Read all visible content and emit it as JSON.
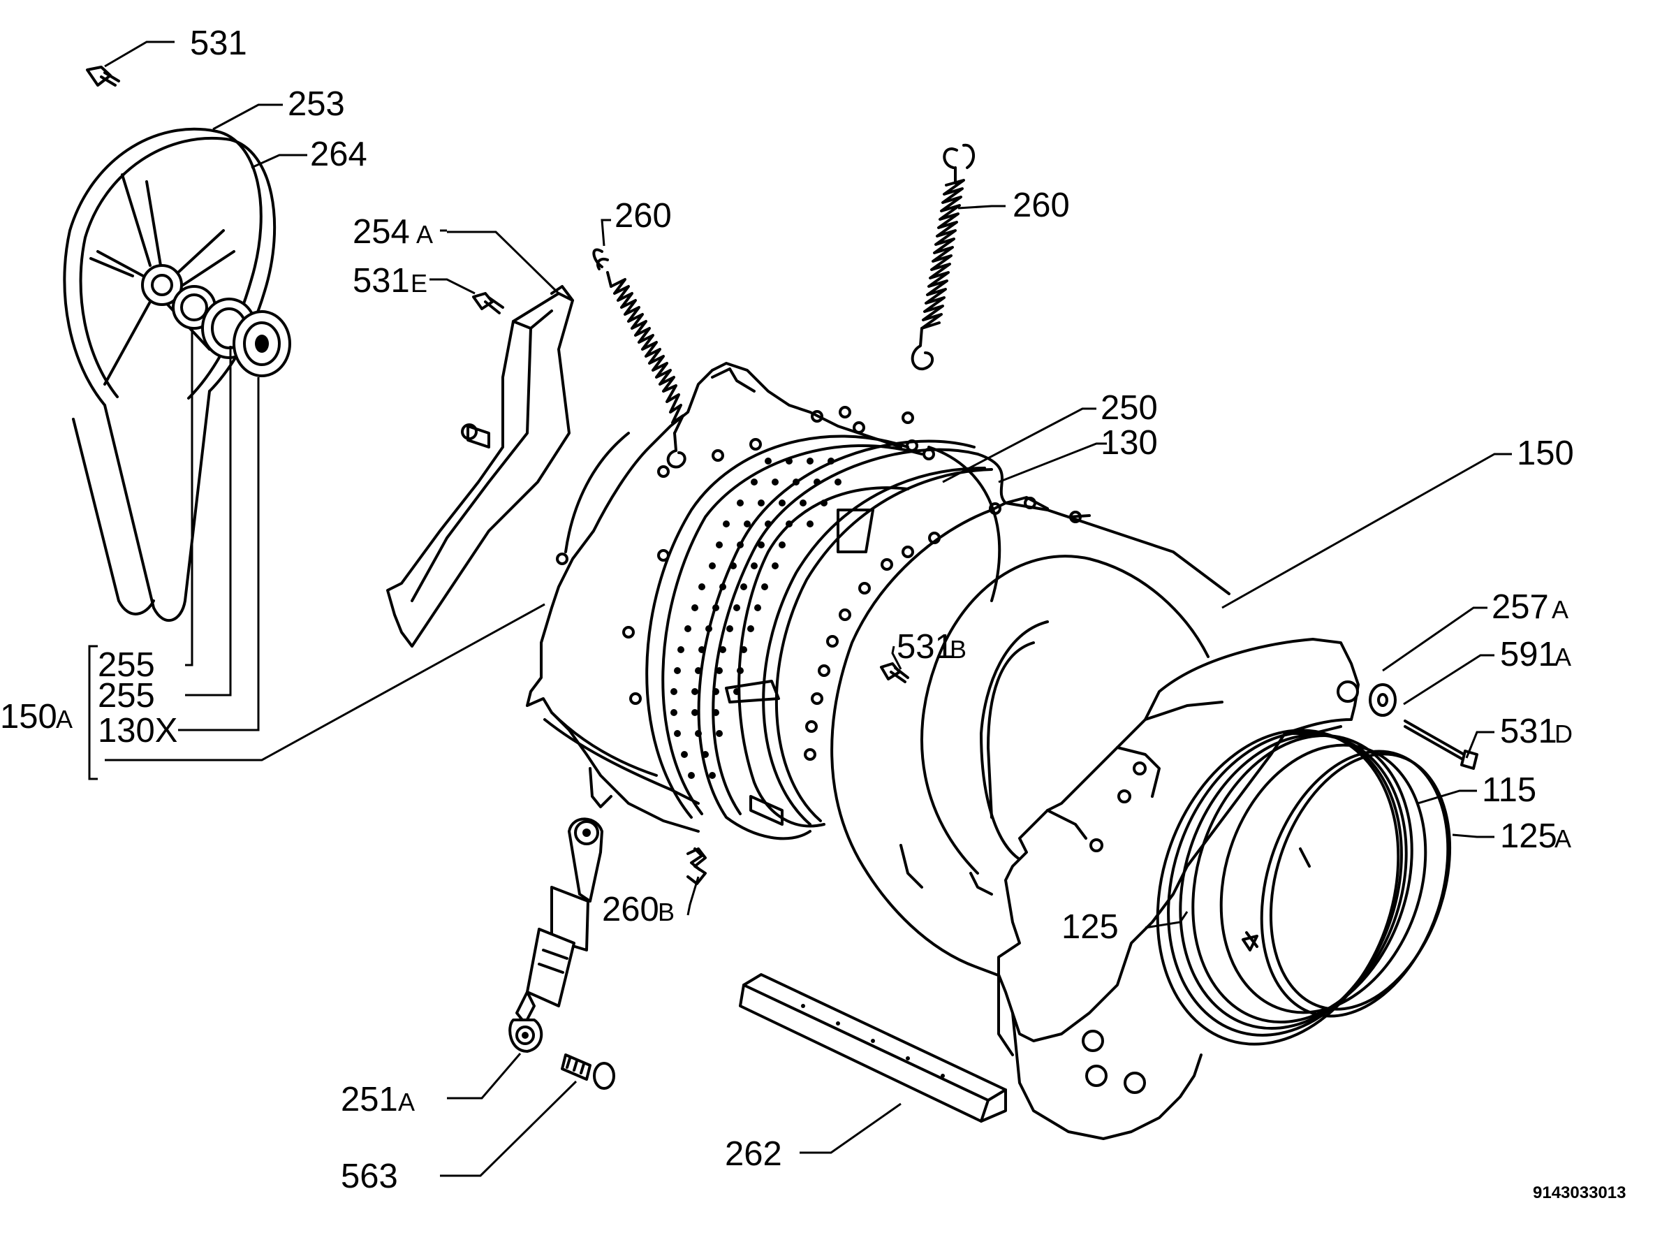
{
  "labels": {
    "p531": "531",
    "p253": "253",
    "p264": "264",
    "p254": "254",
    "p254s": "A",
    "p531e": "531",
    "p531es": "E",
    "p260a": "260",
    "p260b": "260",
    "p250": "250",
    "p130": "130",
    "p150": "150",
    "p257": "257",
    "p257s": "A",
    "p591": "591",
    "p591s": "A",
    "p531d": "531",
    "p531ds": "D",
    "p115": "115",
    "p125a": "125",
    "p125as": "A",
    "p125": "125",
    "p531b": "531",
    "p531bs": "B",
    "p260c": "260",
    "p260cs": "B",
    "p255a": "255",
    "p255b": "255",
    "p130x": "130X",
    "p150a": "150",
    "p150as": "A",
    "p251": "251",
    "p251s": "A",
    "p563": "563",
    "p262": "262"
  },
  "document_id": "9143033013"
}
